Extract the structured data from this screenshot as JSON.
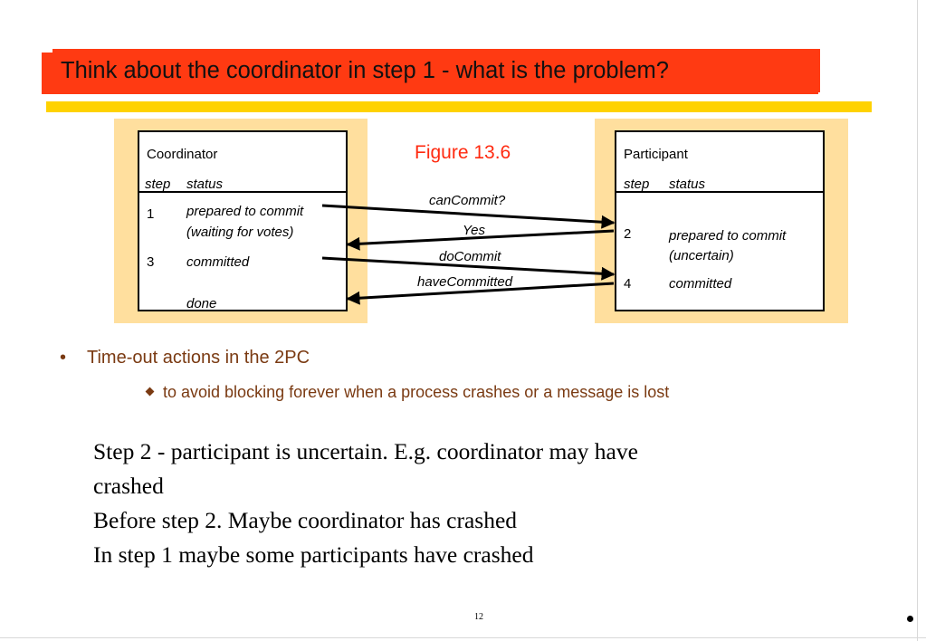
{
  "slide": {
    "title": "Think about the coordinator in step 1 - what is the problem?",
    "page_number": "12"
  },
  "figure": {
    "label": "Figure 13.6",
    "coordinator": {
      "name": "Coordinator",
      "col_step": "step",
      "col_status": "status",
      "rows": [
        {
          "step": "1",
          "status_line1": "prepared to commit",
          "status_line2": "(waiting for votes)"
        },
        {
          "step": "3",
          "status_line1": "committed"
        },
        {
          "step": "",
          "status_line1": "done"
        }
      ]
    },
    "participant": {
      "name": "Participant",
      "col_step": "step",
      "col_status": "status",
      "rows": [
        {
          "step": "2",
          "status_line1": "prepared to commit",
          "status_line2": "(uncertain)"
        },
        {
          "step": "4",
          "status_line1": "committed"
        }
      ]
    },
    "messages": [
      "canCommit?",
      "Yes",
      "doCommit",
      "haveCommitted"
    ]
  },
  "bullets": {
    "level1": "Time-out actions in the 2PC",
    "level2": "to avoid blocking forever when a process crashes or a message is lost"
  },
  "body_lines": [
    "Step 2 - participant is uncertain. E.g. coordinator may have",
    "crashed",
    "Before step 2. Maybe coordinator has crashed",
    "In step 1 maybe some participants have crashed"
  ]
}
